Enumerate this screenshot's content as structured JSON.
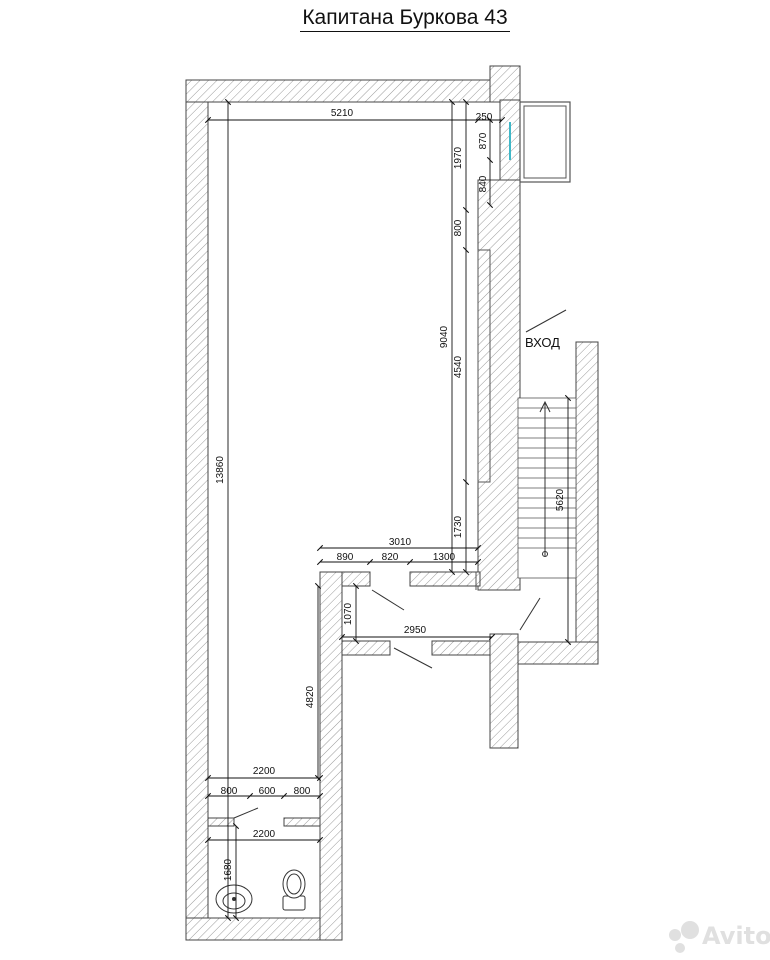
{
  "title": "Капитана Буркова 43",
  "entrance_label": "ВХОД",
  "watermark": "Avito",
  "dimensions": {
    "top_width": "5210",
    "window_width": "250",
    "right_top": "1970",
    "window_height": "870",
    "right_seg_840": "840",
    "right_seg_800": "800",
    "right_total": "9040",
    "right_seg_4540": "4540",
    "right_seg_1730": "1730",
    "left_height": "13860",
    "corridor_width": "3010",
    "seg_890": "890",
    "seg_820": "820",
    "seg_1300": "1300",
    "corridor_height": "1070",
    "corridor_length": "2950",
    "stair_length": "5620",
    "lower_height": "4820",
    "lower_width": "2200",
    "door_seg_left": "800",
    "door_seg_mid": "600",
    "door_seg_right": "800",
    "bath_width": "2200",
    "bath_height": "1680"
  },
  "icons": [
    "sink-icon",
    "toilet-icon",
    "stair-arrow-icon"
  ]
}
